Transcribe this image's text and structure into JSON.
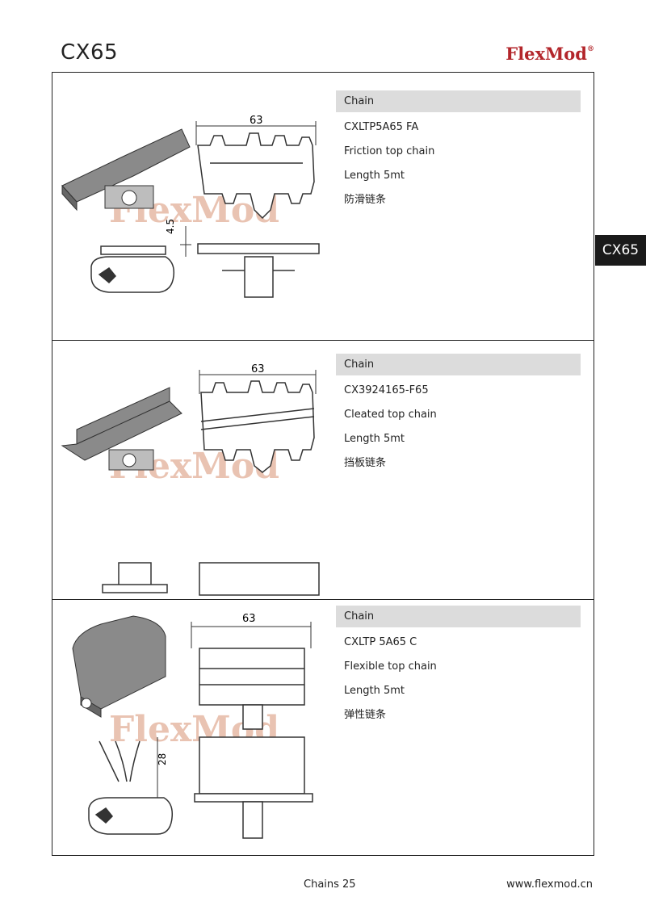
{
  "header": {
    "title": "CX65",
    "brand": "FlexMod",
    "brand_mark": "®"
  },
  "side_tab": "CX65",
  "watermark": "FlexMod",
  "products": [
    {
      "section_label": "Chain",
      "code": "CXLTP5A65 FA",
      "description": "Friction top chain",
      "length": "Length 5mt",
      "chinese": "防滑链条",
      "dim_width": "63",
      "dim_height": "4.5"
    },
    {
      "section_label": "Chain",
      "code": "CX3924165-F65",
      "description": "Cleated top chain",
      "length": "Length 5mt",
      "chinese": "挡板链条",
      "dim_width": "63"
    },
    {
      "section_label": "Chain",
      "code": "CXLTP 5A65  C",
      "description": "Flexible top chain",
      "length": "Length 5mt",
      "chinese": "弹性链条",
      "dim_width": "63",
      "dim_height": "28"
    }
  ],
  "footer": {
    "page": "Chains 25",
    "url": "www.flexmod.cn"
  }
}
